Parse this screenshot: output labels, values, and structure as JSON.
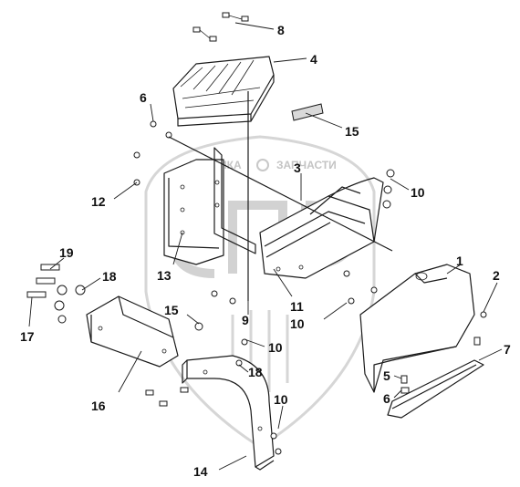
{
  "watermark": {
    "text_left": "ТЕХНИКА",
    "text_right": "ЗАПЧАСТИ"
  },
  "callouts": [
    {
      "id": "c8",
      "label": "8"
    },
    {
      "id": "c4",
      "label": "4"
    },
    {
      "id": "c6a",
      "label": "6"
    },
    {
      "id": "c15a",
      "label": "15"
    },
    {
      "id": "c3",
      "label": "3"
    },
    {
      "id": "c10a",
      "label": "10"
    },
    {
      "id": "c12",
      "label": "12"
    },
    {
      "id": "c13",
      "label": "13"
    },
    {
      "id": "c11",
      "label": "11"
    },
    {
      "id": "c19",
      "label": "19"
    },
    {
      "id": "c18a",
      "label": "18"
    },
    {
      "id": "c17",
      "label": "17"
    },
    {
      "id": "c15b",
      "label": "15"
    },
    {
      "id": "c9",
      "label": "9"
    },
    {
      "id": "c10b",
      "label": "10"
    },
    {
      "id": "c10c",
      "label": "10"
    },
    {
      "id": "c1",
      "label": "1"
    },
    {
      "id": "c2",
      "label": "2"
    },
    {
      "id": "c7",
      "label": "7"
    },
    {
      "id": "c16",
      "label": "16"
    },
    {
      "id": "c18b",
      "label": "18"
    },
    {
      "id": "c5",
      "label": "5"
    },
    {
      "id": "c6b",
      "label": "6"
    },
    {
      "id": "c10d",
      "label": "10"
    },
    {
      "id": "c14",
      "label": "14"
    }
  ]
}
